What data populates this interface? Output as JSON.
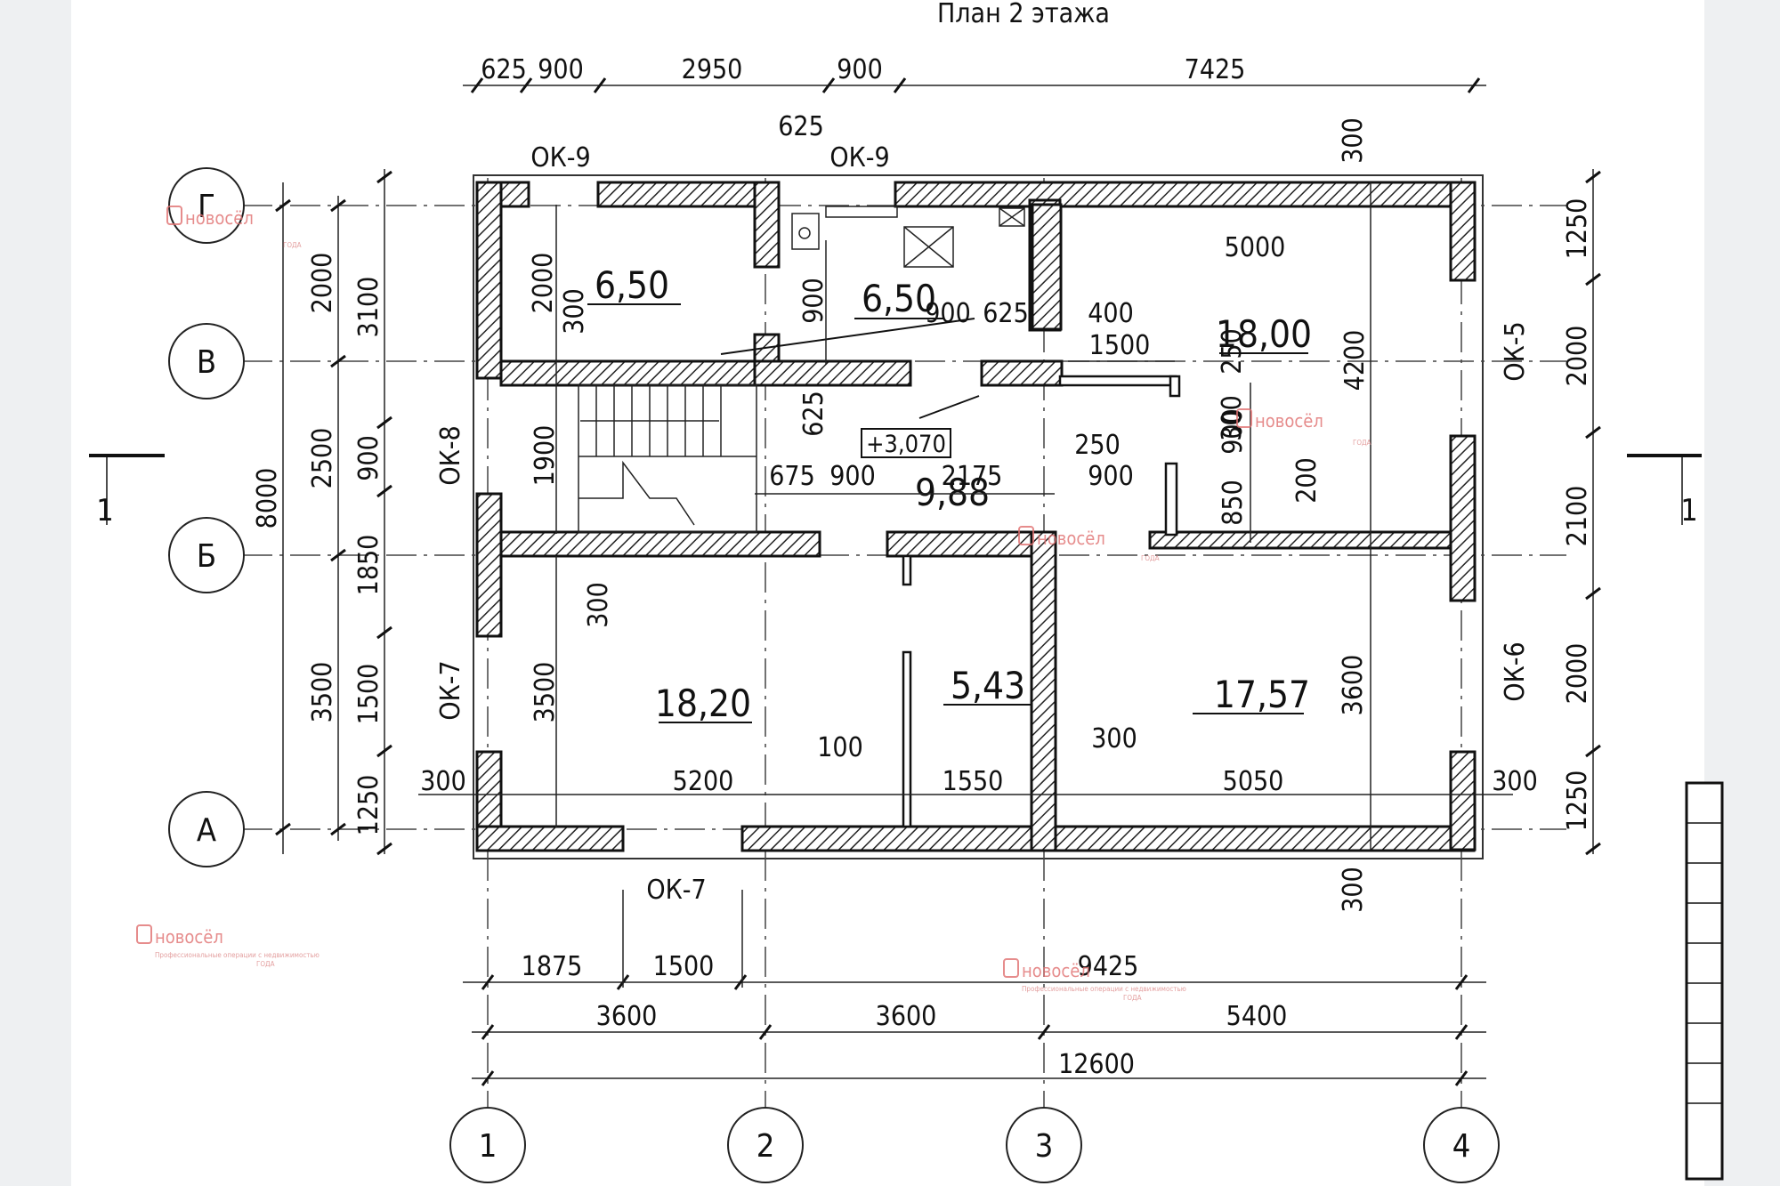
{
  "title": "План 2 этажа",
  "elevation": "+3,070",
  "axes": {
    "cols": [
      "1",
      "2",
      "3",
      "4"
    ],
    "rows": [
      "Г",
      "В",
      "Б",
      "А"
    ]
  },
  "section_marks": [
    "1",
    "1"
  ],
  "rooms": [
    "6,50",
    "6,50",
    "18,00",
    "9,88",
    "18,20",
    "5,43",
    "17,57"
  ],
  "windows": [
    "ОК-9",
    "ОК-9",
    "ОК-8",
    "ОК-7",
    "ОК-7",
    "ОК-5",
    "ОК-6"
  ],
  "dims_top": [
    "625",
    "900",
    "2950",
    "900",
    "7425",
    "625"
  ],
  "dims_bottom": [
    "1875",
    "1500",
    "9425",
    "3600",
    "3600",
    "5400",
    "12600"
  ],
  "dims_left": [
    "3100",
    "900",
    "1850",
    "1500",
    "1250",
    "2000",
    "2500",
    "3500",
    "8000"
  ],
  "dims_right": [
    "1250",
    "2000",
    "2100",
    "2000",
    "1250"
  ],
  "dims_interior": [
    "300",
    "2000",
    "300",
    "900",
    "625",
    "900",
    "625",
    "400",
    "1500",
    "5000",
    "250",
    "4200",
    "300",
    "1900",
    "675",
    "900",
    "2175",
    "250",
    "900",
    "900",
    "850",
    "200",
    "300",
    "3500",
    "3600",
    "100",
    "300",
    "300",
    "5200",
    "1550",
    "5050",
    "300",
    "300"
  ],
  "watermark": {
    "brand": "новосёл",
    "tagline": "Профессиональные операции с недвижимостью",
    "badge": "ГОДА"
  }
}
